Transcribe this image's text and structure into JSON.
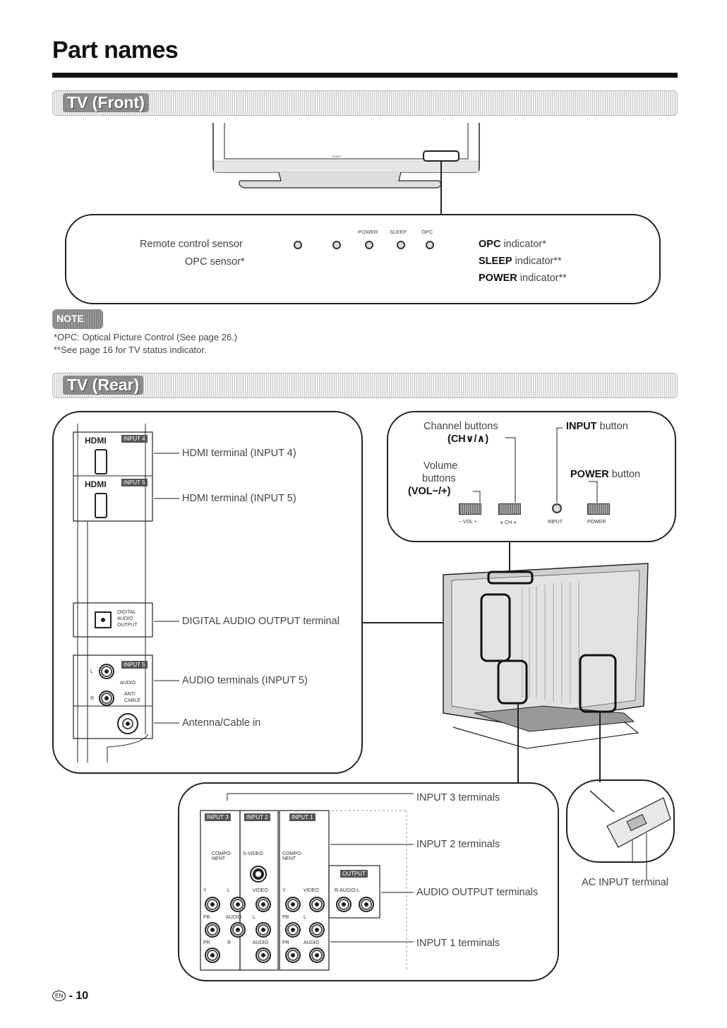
{
  "title": "Part names",
  "sections": {
    "front": "TV (Front)",
    "rear": "TV (Rear)"
  },
  "front": {
    "brand": "SHARP",
    "indicator_tops": [
      "POWER",
      "SLEEP",
      "OPC"
    ],
    "remote_sensor": "Remote control sensor",
    "opc_sensor": "OPC sensor*",
    "opc_ind": {
      "bold": "OPC",
      "rest": " indicator*"
    },
    "sleep_ind": {
      "bold": "SLEEP",
      "rest": " indicator**"
    },
    "power_ind": {
      "bold": "POWER",
      "rest": " indicator**"
    }
  },
  "note": {
    "badge": "NOTE",
    "lines": [
      "*OPC: Optical Picture Control (See page 26.)",
      "**See page 16 for TV status indicator."
    ]
  },
  "rear_left": {
    "hdmi_logo": "HDMI",
    "tag_input4": "INPUT 4",
    "tag_input5": "INPUT 5",
    "hdmi4": "HDMI terminal (INPUT 4)",
    "hdmi5": "HDMI terminal (INPUT 5)",
    "digital_small": [
      "DIGITAL",
      "AUDIO",
      "OUTPUT"
    ],
    "digital": "DIGITAL AUDIO OUTPUT terminal",
    "audio_small": "AUDIO",
    "l": "L",
    "r": "R",
    "ant_small": [
      "ANT/",
      "CABLE"
    ],
    "audio": "AUDIO terminals (INPUT 5)",
    "antenna": "Antenna/Cable in"
  },
  "rear_top": {
    "channel": "Channel buttons",
    "channel_sub": "(CH∨/∧)",
    "volume_1": "Volume",
    "volume_2": "buttons",
    "volume_3": "(VOL−/+)",
    "input_bold": "INPUT",
    "input_rest": " button",
    "power_bold": "POWER",
    "power_rest": " button",
    "btn_labels": [
      "− VOL +",
      "∨ CH ∧",
      "INPUT",
      "POWER"
    ]
  },
  "rear_bottom": {
    "input3": "INPUT 3 terminals",
    "input2": "INPUT 2 terminals",
    "audio_out": "AUDIO OUTPUT terminals",
    "input1": "INPUT 1 terminals",
    "tags": [
      "INPUT 3",
      "INPUT 2",
      "INPUT 1",
      "OUTPUT"
    ],
    "small": {
      "component": "COMPO-NENT",
      "svideo": "S-VIDEO",
      "video": "VIDEO",
      "raudio": "R-AUDIO-L",
      "y": "Y",
      "pb": "PB",
      "pr": "PR",
      "audio": "AUDIO",
      "l": "L",
      "r": "R"
    }
  },
  "ac": "AC INPUT terminal",
  "page_number": {
    "lang": "EN",
    "num": "- 10"
  }
}
